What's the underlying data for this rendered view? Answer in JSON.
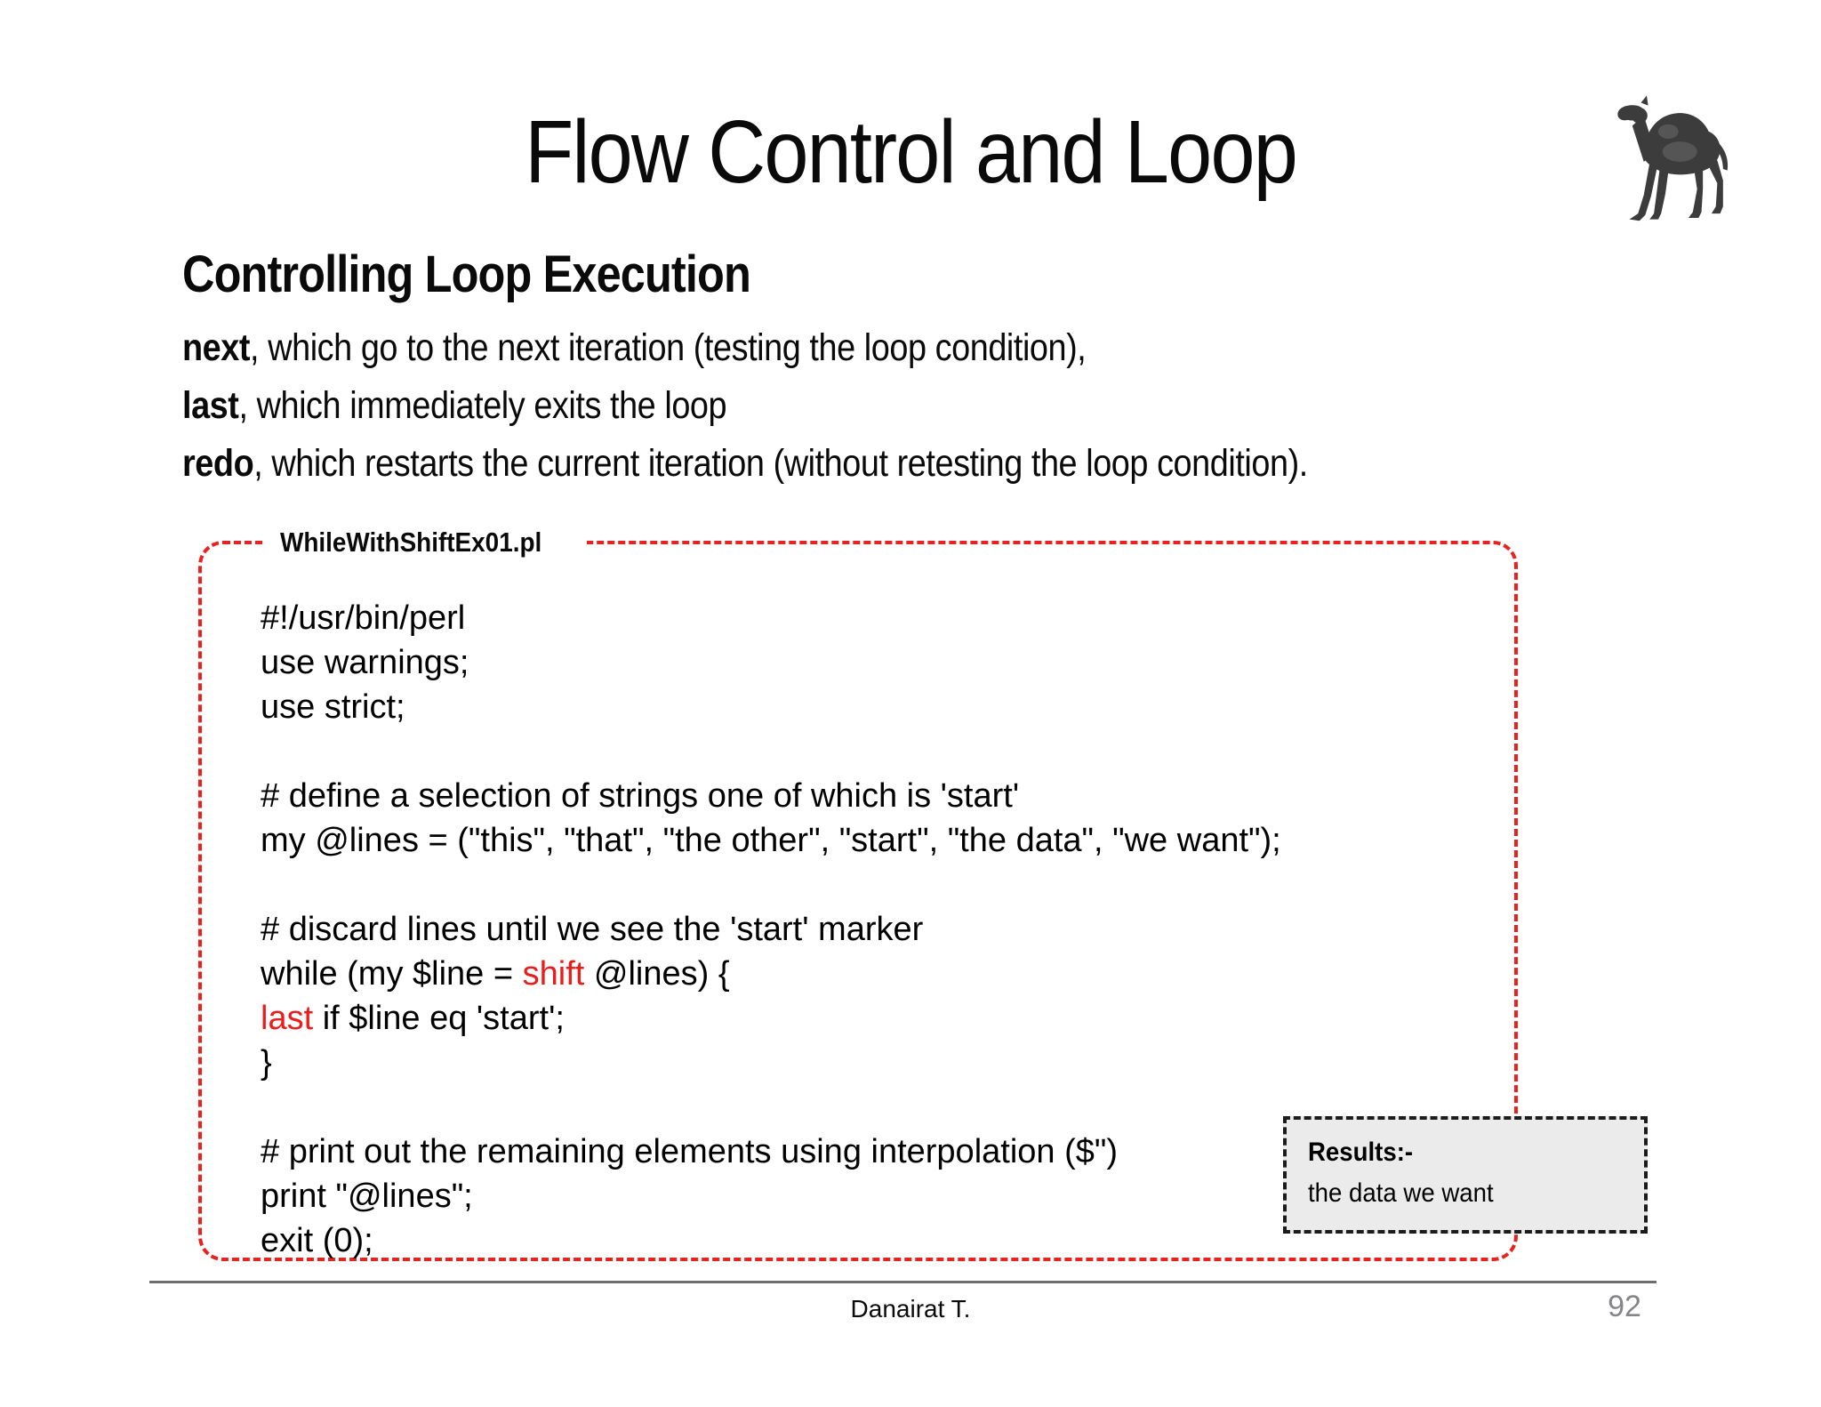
{
  "title": "Flow Control and Loop",
  "logo": {
    "name": "perl-camel"
  },
  "section": {
    "heading": "Controlling Loop Execution"
  },
  "bullets": [
    {
      "keyword": "next",
      "rest": ", which go to the next iteration (testing the loop condition),"
    },
    {
      "keyword": "last",
      "rest": ", which immediately exits the loop"
    },
    {
      "keyword": "redo",
      "rest": ", which restarts the current iteration (without retesting the loop condition)."
    }
  ],
  "code_box": {
    "label": "WhileWithShiftEx01.pl",
    "border_color": "#e8221e",
    "keyword_color": "#ea1c1c",
    "lines": [
      [
        {
          "t": "#!/usr/bin/perl"
        }
      ],
      [
        {
          "t": "use warnings;"
        }
      ],
      [
        {
          "t": "use strict;"
        }
      ],
      [],
      [
        {
          "t": "# define a selection of strings one of which is 'start'"
        }
      ],
      [
        {
          "t": "my @lines = (\"this\", \"that\", \"the other\", \"start\", \"the data\", \"we want\");"
        }
      ],
      [],
      [
        {
          "t": "# discard lines until we see the 'start' marker"
        }
      ],
      [
        {
          "t": "while (my $line = "
        },
        {
          "t": "shift",
          "red": true
        },
        {
          "t": " @lines) {"
        }
      ],
      [
        {
          "t": "last",
          "red": true
        },
        {
          "t": " if $line eq 'start';"
        }
      ],
      [
        {
          "t": "}"
        }
      ],
      [],
      [
        {
          "t": "# print out the remaining elements using interpolation ($\")"
        }
      ],
      [
        {
          "t": "print \"@lines\";"
        }
      ],
      [
        {
          "t": "exit (0);"
        }
      ]
    ]
  },
  "results_box": {
    "title": "Results:-",
    "value": "the data we want",
    "background": "#ebebeb"
  },
  "footer": {
    "author": "Danairat T.",
    "page": "92"
  }
}
